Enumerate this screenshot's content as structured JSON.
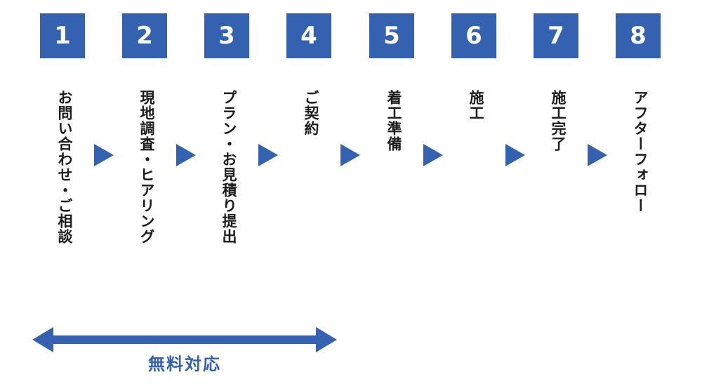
{
  "accent_color": "#3462b0",
  "steps": [
    {
      "number": "1",
      "label": "お問い合わせ・ご相談"
    },
    {
      "number": "2",
      "label": "現地調査・ヒアリング"
    },
    {
      "number": "3",
      "label": "プラン・お見積り提出"
    },
    {
      "number": "4",
      "label": "ご契約"
    },
    {
      "number": "5",
      "label": "着工準備"
    },
    {
      "number": "6",
      "label": "施工"
    },
    {
      "number": "7",
      "label": "施工完了"
    },
    {
      "number": "8",
      "label": "アフターフォロー"
    }
  ],
  "free_range": {
    "label": "無料対応"
  }
}
